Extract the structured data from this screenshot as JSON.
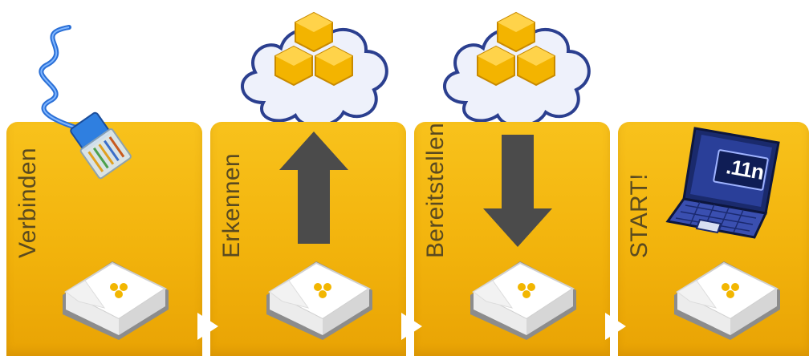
{
  "steps": [
    {
      "label": "Verbinden",
      "illustration": "ethernet-cable-icon"
    },
    {
      "label": "Erkennen",
      "illustration": "cloud-upload-arrow-icon"
    },
    {
      "label": "Bereitstellen",
      "illustration": "cloud-download-arrow-icon"
    },
    {
      "label": "START!",
      "illustration": "laptop-icon"
    }
  ],
  "laptop_screen_text": ".11n",
  "colors": {
    "panel": "#f2b30c",
    "panel_text": "#5a4a20",
    "arrow": "#4a4a4a",
    "cloud": "#e4e9f8",
    "hive": "#f0b000"
  }
}
